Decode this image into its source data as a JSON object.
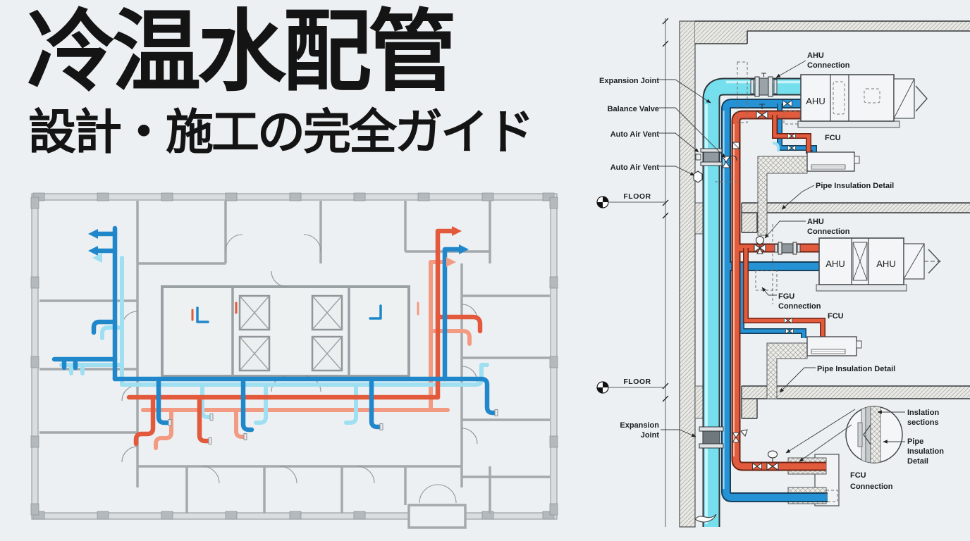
{
  "title": {
    "main": "冷温水配管",
    "subtitle": "設計・施工の完全ガイド"
  },
  "section_labels": {
    "expansion_joint": "Expansion Joint",
    "balance_valve": "Balance Valve",
    "auto_air_vent_1": "Auto Air Vent",
    "auto_air_vent_2": "Auto Air Vent",
    "floor_upper": "FLOOR",
    "floor_lower": "FLOOR",
    "expansion_bottom_line1": "Expansion",
    "expansion_bottom_line2": "Joint",
    "ahu_connection1_line1": "AHU",
    "ahu_connection1_line2": "Connection",
    "ahu_connection2_line1": "AHU",
    "ahu_connection2_line2": "Connection",
    "fgu_connection_line1": "FGU",
    "fgu_connection_line2": "Connection",
    "fcu_upper": "FCU",
    "fcu_mid": "FCU",
    "pipe_insulation_detail_upper": "Pipe Insulation Detail",
    "pipe_insulation_detail_lower": "Pipe Insulation Detail",
    "insulation_sections_line1": "Inslation",
    "insulation_sections_line2": "sections",
    "pid_circle_line1": "Pipe",
    "pid_circle_line2": "Insulation",
    "pid_circle_line3": "Detail",
    "fcu_connection_line1": "FCU",
    "fcu_connection_line2": "Connection",
    "ahu_box1": "AHU",
    "ahu_box2_left": "AHU",
    "ahu_box2_right": "AHU"
  },
  "colors": {
    "background": "#edf0f2",
    "chilled_supply_blue": "#2492d4",
    "chilled_light_cyan": "#9edff2",
    "hot_supply_red": "#e25b3d",
    "hot_return_salmon": "#f29a82",
    "riser_cyan": "#76dfee",
    "wall_gray": "#c9ced1",
    "line_dark": "#3a3f42"
  }
}
